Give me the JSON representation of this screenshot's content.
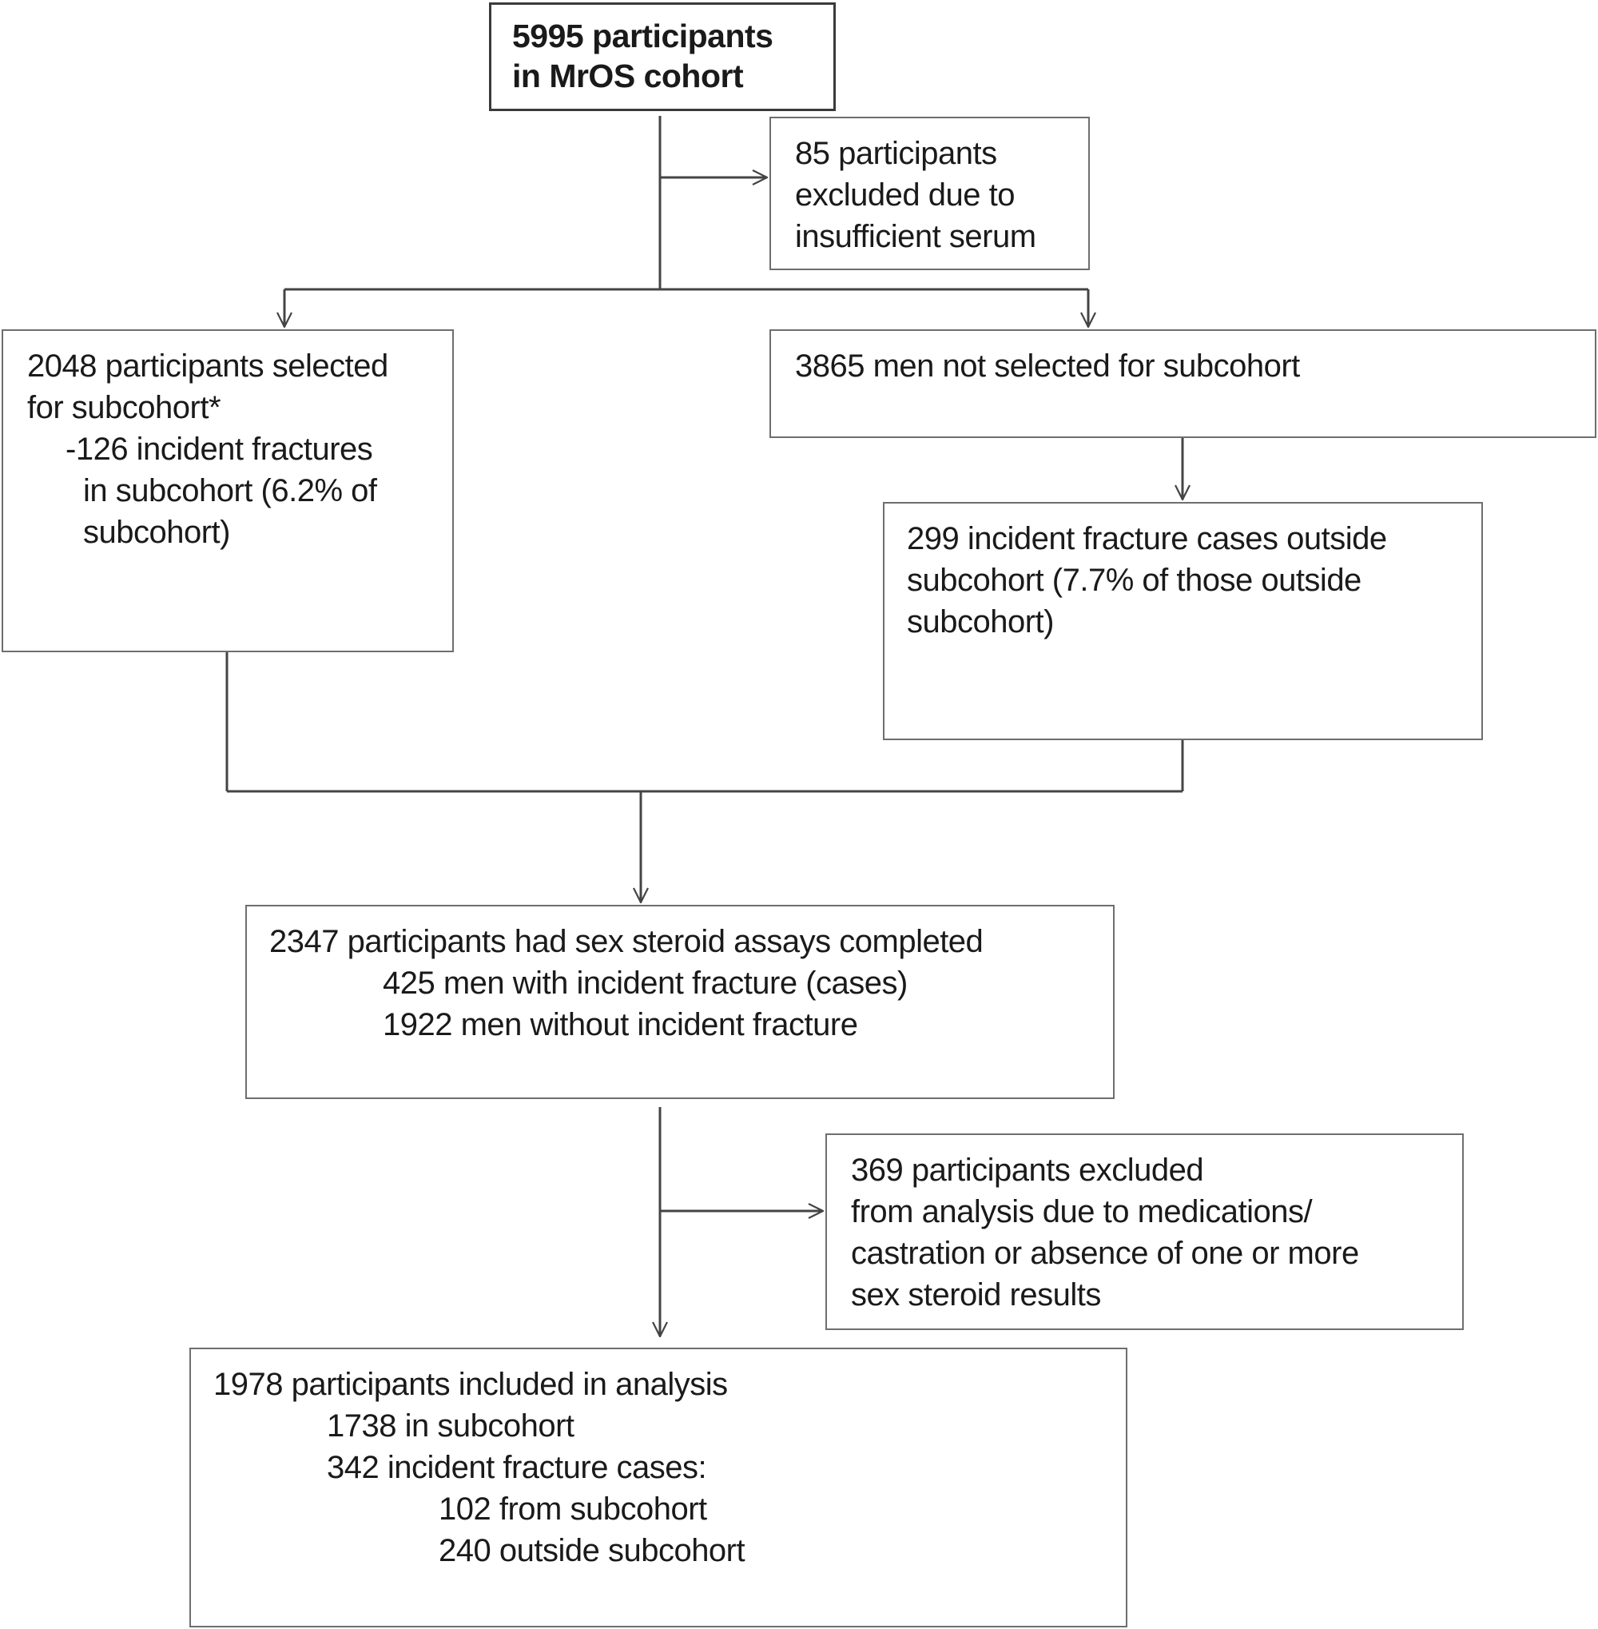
{
  "boxes": {
    "cohort": [
      "5995 participants",
      "in MrOS cohort"
    ],
    "excluded_serum": [
      "85 participants",
      "excluded due to",
      "insufficient serum"
    ],
    "subcohort": [
      "2048 participants selected",
      "for subcohort*",
      "-126 incident fractures",
      "in subcohort (6.2% of",
      "subcohort)"
    ],
    "not_selected": [
      "3865 men not selected for subcohort"
    ],
    "outside_cases": [
      "299 incident fracture cases outside",
      "subcohort (7.7% of those outside",
      "subcohort)"
    ],
    "assays": [
      "2347 participants had sex steroid assays completed",
      "425 men with incident fracture (cases)",
      "1922 men without incident fracture"
    ],
    "excluded_analysis": [
      "369 participants excluded",
      "from analysis due to medications/",
      "castration or absence of one or more",
      "sex steroid results"
    ],
    "final": [
      "1978 participants included in analysis",
      "1738 in subcohort",
      "342 incident fracture cases:",
      "102 from subcohort",
      "240 outside subcohort"
    ]
  },
  "colors": {
    "line": "#444444",
    "border": "#6e6e6e"
  }
}
